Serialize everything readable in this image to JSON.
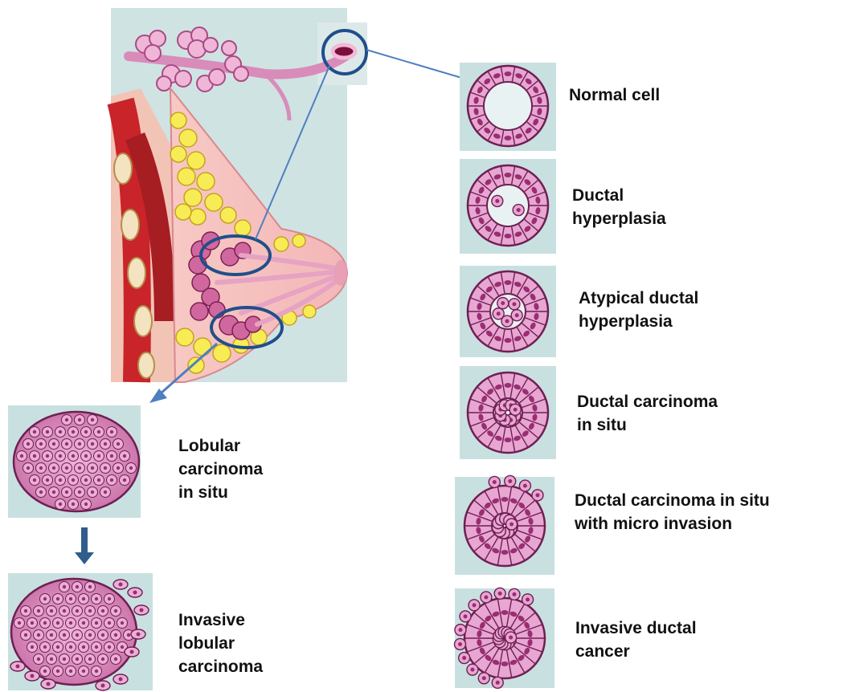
{
  "colors": {
    "cell": "#e8a6d2",
    "cell_outline": "#6e1f52",
    "nucleus": "#9b2d72",
    "panel_bg": "#c9e0e0",
    "fat": "#f5e94a",
    "muscle": "#c8242a",
    "connector": "#4f7fbf",
    "highlight_ring": "#1f4f8a"
  },
  "ductal_stages": [
    {
      "id": "normal",
      "lines": [
        "Normal cell"
      ]
    },
    {
      "id": "ductal-hyperplasia",
      "lines": [
        "Ductal",
        "hyperplasia"
      ]
    },
    {
      "id": "atypical-ductal-hyperplasia",
      "lines": [
        "Atypical ductal",
        "hyperplasia"
      ]
    },
    {
      "id": "dcis",
      "lines": [
        "Ductal carcinoma",
        "in situ"
      ]
    },
    {
      "id": "dcis-micro-invasion",
      "lines": [
        "Ductal carcinoma in situ",
        "with micro invasion"
      ]
    },
    {
      "id": "invasive-ductal",
      "lines": [
        "Invasive ductal",
        "cancer"
      ]
    }
  ],
  "lobular_stages": [
    {
      "id": "lcis",
      "lines": [
        "Lobular",
        "carcinoma",
        "in situ"
      ]
    },
    {
      "id": "invasive-lobular",
      "lines": [
        "Invasive",
        "lobular",
        "carcinoma"
      ]
    }
  ],
  "icons": {
    "breast_anatomy": "breast-cross-section",
    "down_arrow": "arrow-down-icon"
  }
}
